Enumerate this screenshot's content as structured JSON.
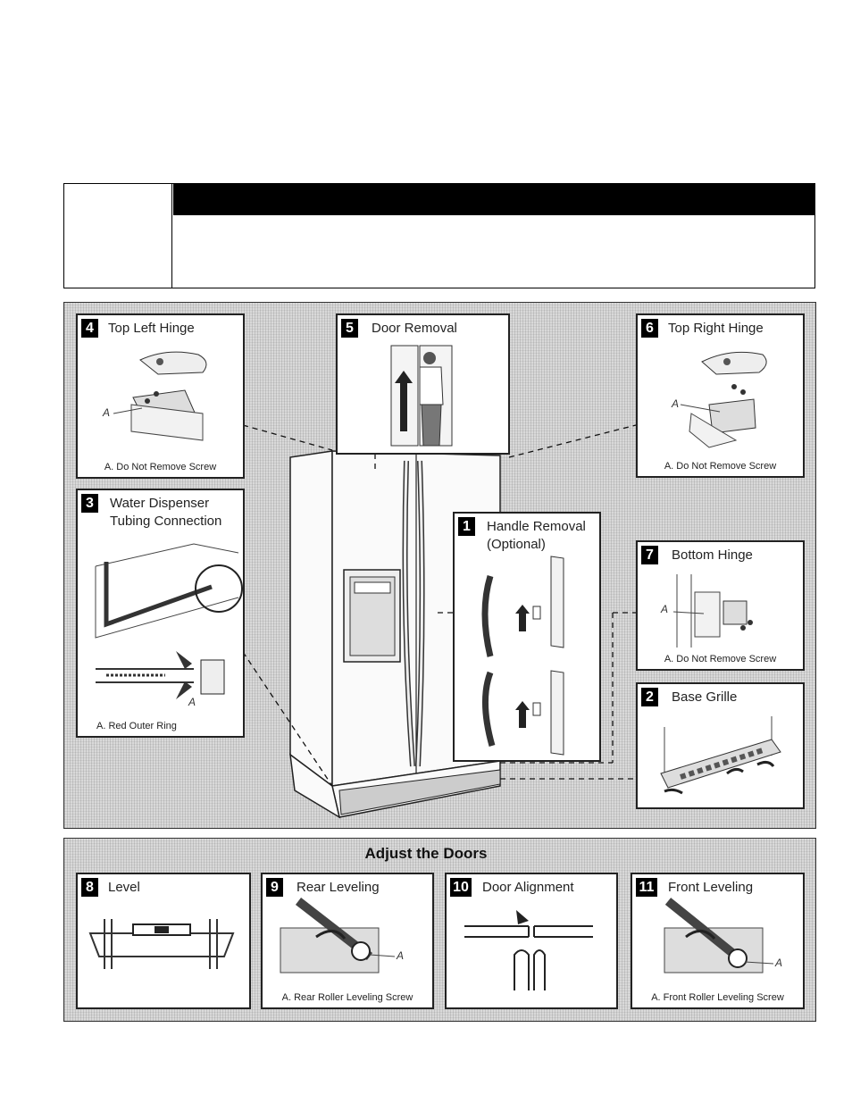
{
  "panels": [
    {
      "id": "4",
      "number": "4",
      "title": "Top Left Hinge",
      "caption": "A. Do Not Remove Screw",
      "label": "A"
    },
    {
      "id": "5",
      "number": "5",
      "title": "Door Removal"
    },
    {
      "id": "6",
      "number": "6",
      "title": "Top Right Hinge",
      "caption": "A. Do Not Remove Screw",
      "label": "A"
    },
    {
      "id": "3",
      "number": "3",
      "title": "Water Dispenser Tubing Connection",
      "title_line1": "Water Dispenser",
      "title_line2": "Tubing Connection",
      "caption": "A. Red Outer Ring",
      "label": "A"
    },
    {
      "id": "1",
      "number": "1",
      "title": "Handle Removal (Optional)",
      "title_line1": "Handle Removal",
      "title_line2": "(Optional)"
    },
    {
      "id": "7",
      "number": "7",
      "title": "Bottom Hinge",
      "caption": "A. Do Not Remove Screw",
      "label": "A"
    },
    {
      "id": "2",
      "number": "2",
      "title": "Base Grille"
    }
  ],
  "adjust": {
    "title": "Adjust the Doors",
    "panels": [
      {
        "number": "8",
        "title": "Level"
      },
      {
        "number": "9",
        "title": "Rear Leveling",
        "caption": "A. Rear Roller Leveling Screw",
        "label": "A"
      },
      {
        "number": "10",
        "title": "Door Alignment"
      },
      {
        "number": "11",
        "title": "Front Leveling",
        "caption": "A. Front Roller Leveling Screw",
        "label": "A"
      }
    ]
  }
}
